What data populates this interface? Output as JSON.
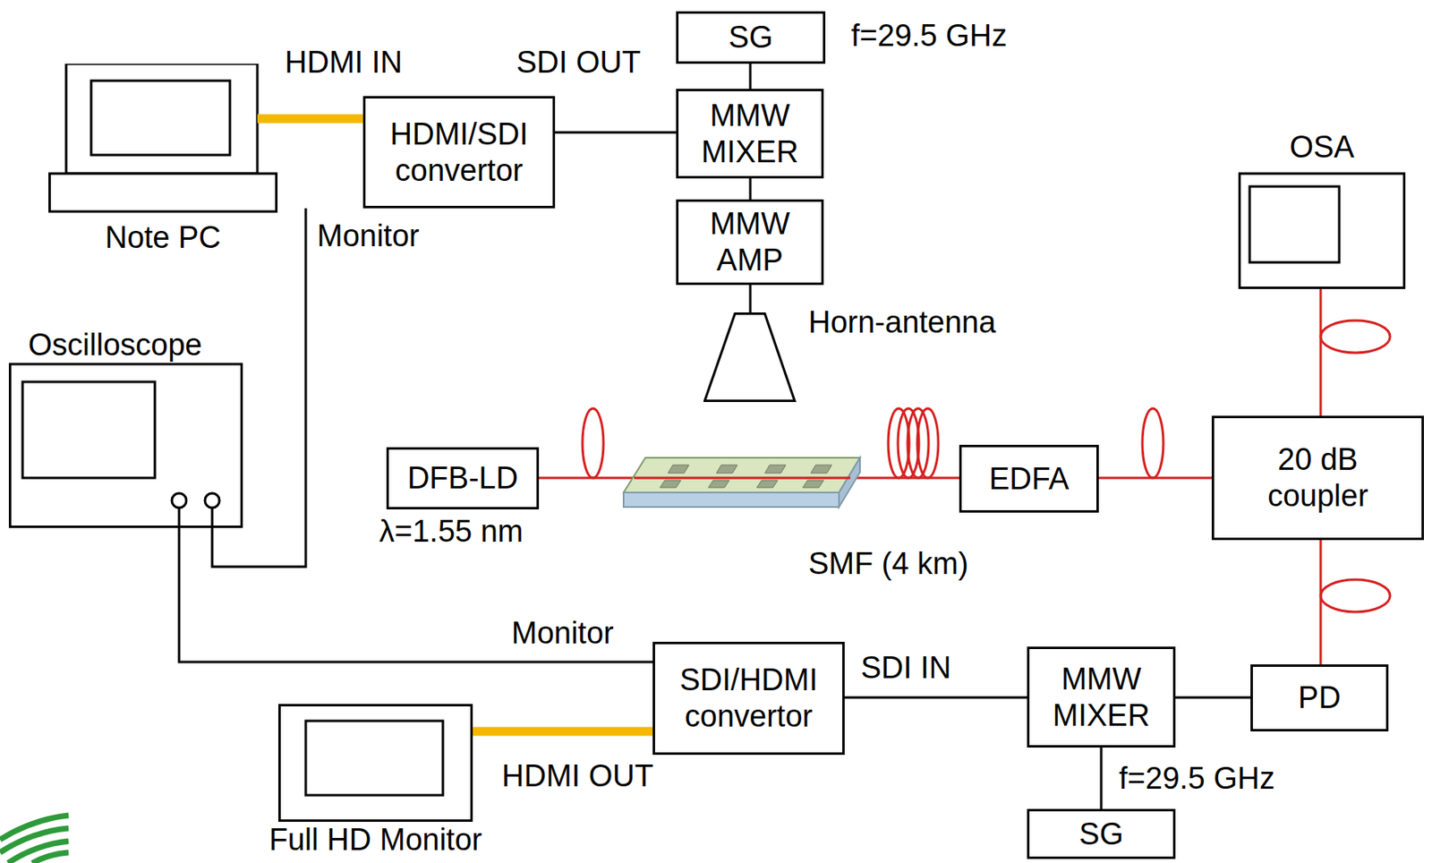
{
  "diagram": {
    "nodes": [
      {
        "text": [
          "Note PC"
        ]
      },
      {
        "text": [
          "HDMI/SDI convertor"
        ]
      },
      {
        "text": [
          "SG"
        ]
      },
      {
        "text": [
          "MMW MIXER"
        ]
      },
      {
        "text": [
          "MMW AMP"
        ]
      },
      {
        "text": [
          "Horn-antenna"
        ]
      },
      {
        "text": [
          "OSA"
        ]
      },
      {
        "text": [
          "Oscilloscope"
        ]
      },
      {
        "text": [
          "DFB-LD"
        ]
      },
      {
        "text": [
          "EDFA"
        ]
      },
      {
        "text": [
          "20 dB coupler"
        ]
      },
      {
        "text": [
          "PD"
        ]
      },
      {
        "text": [
          "MMW MIXER"
        ]
      },
      {
        "text": [
          "SG"
        ]
      },
      {
        "text": [
          "SDI/HDMI convertor"
        ]
      },
      {
        "text": [
          "Full HD Monitor"
        ]
      }
    ],
    "edges": [
      {
        "from": 0,
        "to": 1,
        "arrow": "none"
      },
      {
        "from": 1,
        "to": 3,
        "arrow": "none"
      },
      {
        "from": 2,
        "to": 3,
        "arrow": "none"
      },
      {
        "from": 3,
        "to": 4,
        "arrow": "none"
      },
      {
        "from": 4,
        "to": 5,
        "arrow": "none"
      },
      {
        "from": 1,
        "to": 7,
        "arrow": "none"
      },
      {
        "from": 8,
        "to": 9,
        "arrow": "none"
      },
      {
        "from": 9,
        "to": 10,
        "arrow": "none"
      },
      {
        "from": 10,
        "to": 6,
        "arrow": "none"
      },
      {
        "from": 10,
        "to": 11,
        "arrow": "none"
      },
      {
        "from": 11,
        "to": 12,
        "arrow": "none"
      },
      {
        "from": 13,
        "to": 12,
        "arrow": "none"
      },
      {
        "from": 12,
        "to": 14,
        "arrow": "none"
      },
      {
        "from": 14,
        "to": 15,
        "arrow": "none"
      },
      {
        "from": 14,
        "to": 7,
        "arrow": "none"
      }
    ],
    "labels": [
      "HDMI IN",
      "SDI OUT",
      "f=29.5 GHz",
      "Monitor",
      "λ=1.55 nm",
      "SMF (4 km)",
      "Monitor",
      "SDI IN",
      "HDMI OUT",
      "f=29.5 GHz"
    ]
  }
}
